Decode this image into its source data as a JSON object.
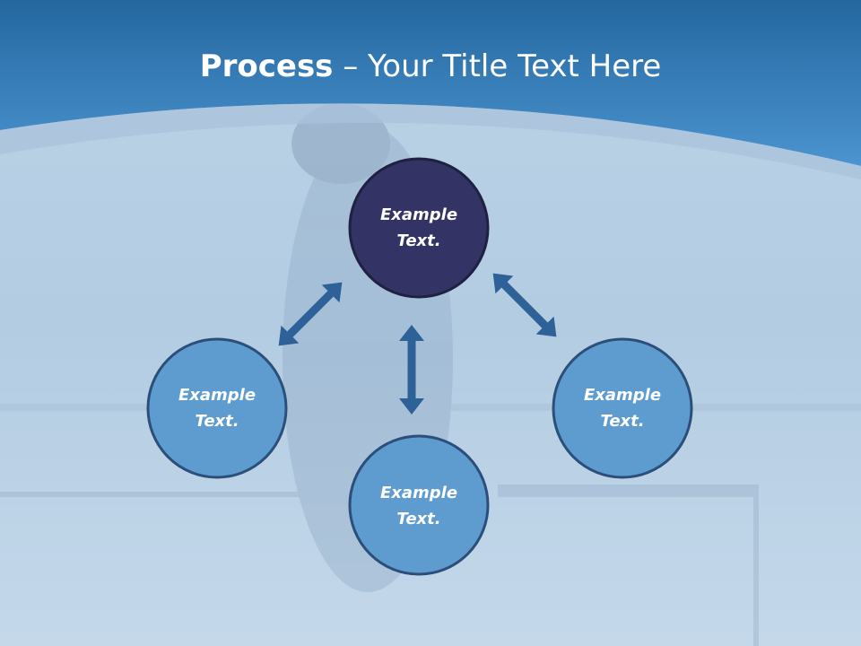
{
  "slide": {
    "title_bold": "Process",
    "title_rest": " – Your Title Text Here"
  },
  "nodes": [
    {
      "id": "top",
      "line1": "Example",
      "line2": "Text.",
      "fill": "#333366"
    },
    {
      "id": "left",
      "line1": "Example",
      "line2": "Text.",
      "fill": "#5e9ccf"
    },
    {
      "id": "bottom",
      "line1": "Example",
      "line2": "Text.",
      "fill": "#5e9ccf"
    },
    {
      "id": "right",
      "line1": "Example",
      "line2": "Text.",
      "fill": "#5e9ccf"
    }
  ],
  "colors": {
    "header_top": "#1f5c94",
    "header_bottom": "#4a92cf",
    "arrow": "#2e6198",
    "circle_stroke": "#2b4f7a"
  }
}
